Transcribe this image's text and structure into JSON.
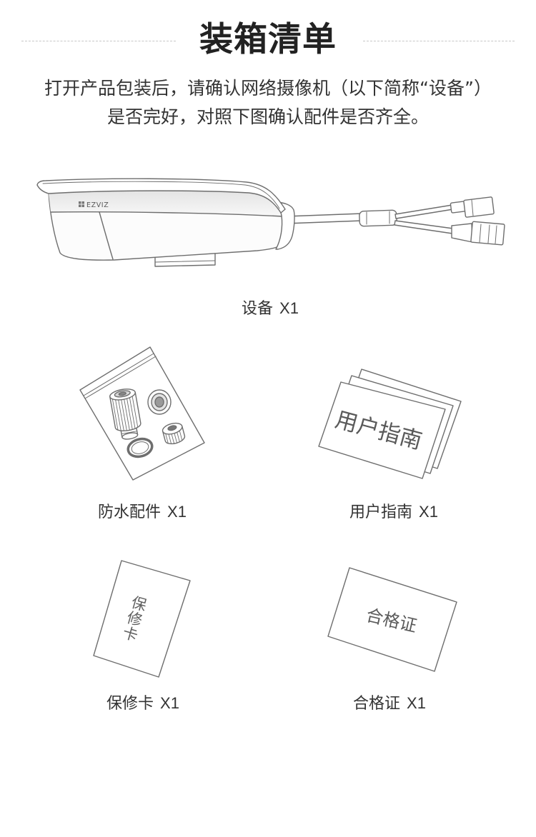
{
  "title": "装箱清单",
  "intro": {
    "line1": "打开产品包装后，请确认网络摄像机（以下简称“设备”）",
    "line2": "是否完好，对照下图确认配件是否齐全。"
  },
  "items": [
    {
      "name": "设备",
      "qty": "X1",
      "logo_text": "EZVIZ"
    },
    {
      "name": "防水配件",
      "qty": "X1"
    },
    {
      "name": "用户指南",
      "qty": "X1",
      "cover_text": "用户指南"
    },
    {
      "name": "保修卡",
      "qty": "X1",
      "cover_text": "保修卡"
    },
    {
      "name": "合格证",
      "qty": "X1",
      "cover_text": "合格证"
    }
  ],
  "colors": {
    "title": "#222222",
    "text": "#333333",
    "line_art": "#6e6e6e",
    "divider": "#c8c8c8"
  }
}
